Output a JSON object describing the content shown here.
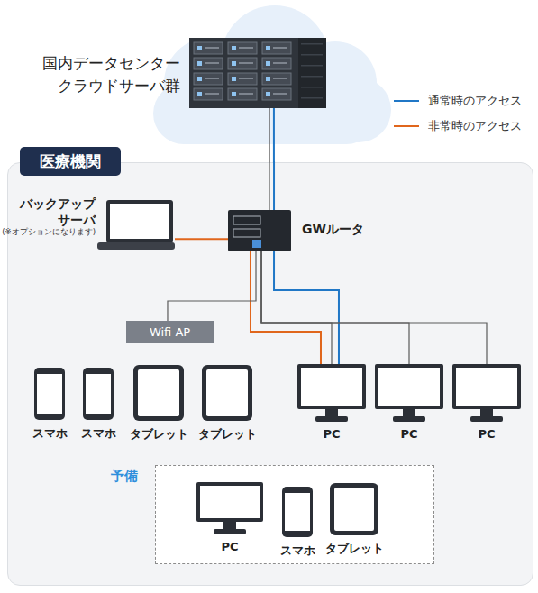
{
  "diagram": {
    "nodes": [
      {
        "text": [
          "国内データセンター クラウドサーバ群"
        ]
      },
      {
        "text": [
          "医療機関"
        ]
      },
      {
        "text": [
          "バックアップサーバ",
          "(※オプションになります)"
        ],
        "in": 1
      },
      {
        "text": [
          "GWルータ"
        ],
        "in": 1
      },
      {
        "text": [
          "Wifi AP"
        ],
        "in": 1
      },
      {
        "text": [
          "スマホ"
        ],
        "in": 1
      },
      {
        "text": [
          "スマホ"
        ],
        "in": 1
      },
      {
        "text": [
          "タブレット"
        ],
        "in": 1
      },
      {
        "text": [
          "タブレット"
        ],
        "in": 1
      },
      {
        "text": [
          "PC"
        ],
        "in": 1
      },
      {
        "text": [
          "PC"
        ],
        "in": 1
      },
      {
        "text": [
          "PC"
        ],
        "in": 1
      },
      {
        "text": [
          "予備"
        ],
        "in": 1
      },
      {
        "text": [
          "PC"
        ],
        "in": 12
      },
      {
        "text": [
          "スマホ"
        ],
        "in": 12
      },
      {
        "text": [
          "タブレット"
        ],
        "in": 12
      }
    ],
    "edges": [
      {
        "from": 0,
        "to": 3,
        "arrow": "none"
      },
      {
        "from": 0,
        "to": 3,
        "arrow": "none"
      },
      {
        "from": 3,
        "to": 9,
        "arrow": "none"
      },
      {
        "from": 3,
        "to": 2,
        "arrow": "none"
      },
      {
        "from": 3,
        "to": 9,
        "arrow": "none"
      },
      {
        "from": 3,
        "to": 4,
        "arrow": "none"
      },
      {
        "from": 3,
        "to": 9,
        "arrow": "none"
      },
      {
        "from": 3,
        "to": 10,
        "arrow": "none"
      },
      {
        "from": 3,
        "to": 11,
        "arrow": "none"
      }
    ],
    "legend": [
      {
        "text": "通常時のアクセス"
      },
      {
        "text": "非常時のアクセス"
      }
    ]
  }
}
